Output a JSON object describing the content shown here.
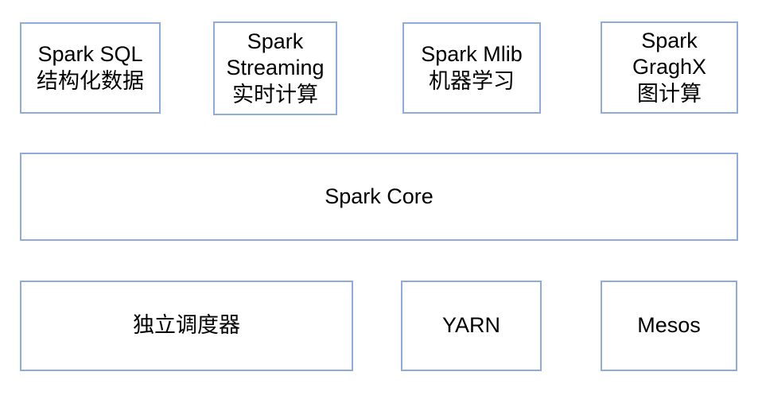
{
  "diagram": {
    "description": "Spark ecosystem architecture diagram",
    "colors": {
      "box_border": "#8FAADC",
      "box_background": "#FFFFFF",
      "text": "#000000",
      "page_background": "#FFFFFF"
    },
    "boxes": [
      {
        "id": "spark-sql",
        "row": "top",
        "lines": [
          "Spark SQL",
          "结构化数据",
          ""
        ]
      },
      {
        "id": "spark-streaming",
        "row": "top",
        "lines": [
          "Spark",
          "Streaming",
          "实时计算"
        ]
      },
      {
        "id": "spark-mlib",
        "row": "top",
        "lines": [
          "Spark Mlib",
          "机器学习",
          ""
        ]
      },
      {
        "id": "spark-graghx",
        "row": "top",
        "lines": [
          "Spark",
          "GraghX",
          "图计算"
        ]
      },
      {
        "id": "spark-core",
        "row": "middle",
        "lines": [
          "Spark Core",
          "",
          ""
        ]
      },
      {
        "id": "standalone-scheduler",
        "row": "bottom",
        "lines": [
          "独立调度器",
          "",
          ""
        ]
      },
      {
        "id": "yarn",
        "row": "bottom",
        "lines": [
          "YARN",
          "",
          ""
        ]
      },
      {
        "id": "mesos",
        "row": "bottom",
        "lines": [
          "Mesos",
          "",
          ""
        ]
      }
    ]
  }
}
